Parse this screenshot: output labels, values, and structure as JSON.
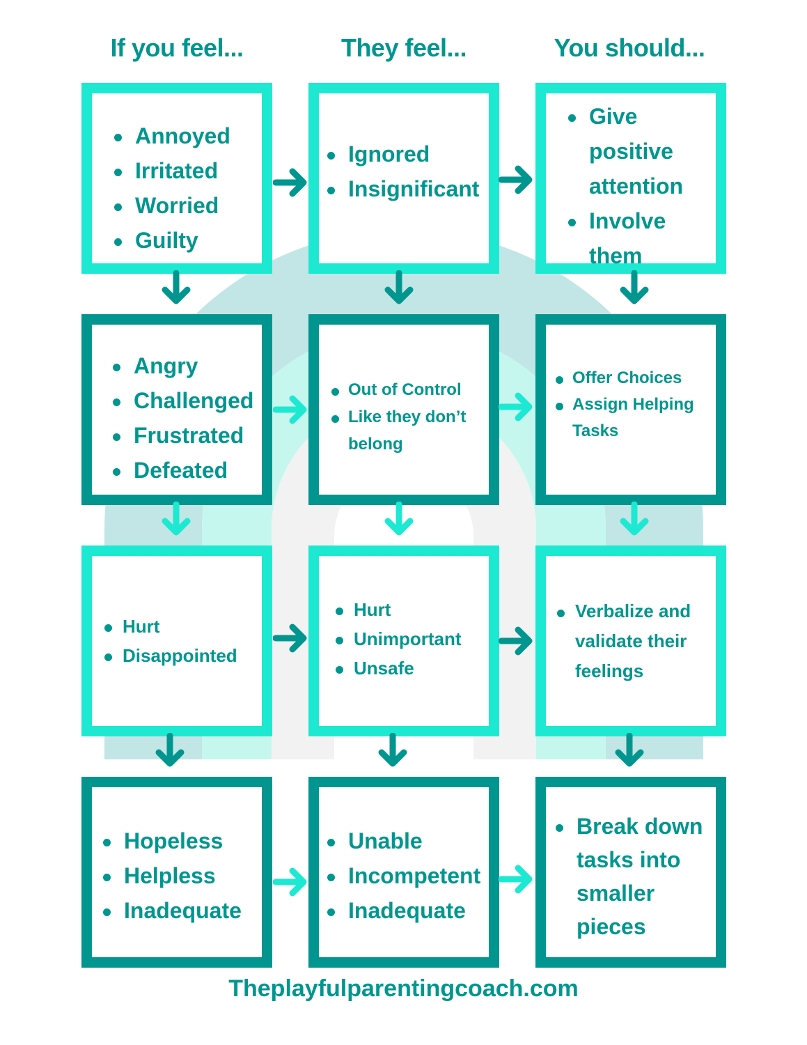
{
  "headers": [
    "If you feel...",
    "They feel...",
    "You should..."
  ],
  "rows": [
    {
      "color": "#1de9d2",
      "boxes": [
        {
          "items": [
            "Annoyed",
            "Irritated",
            "Worried",
            "Guilty"
          ]
        },
        {
          "items": [
            "Ignored",
            "Insignificant"
          ]
        },
        {
          "items": [
            "Give positive attention",
            "Involve them"
          ]
        }
      ]
    },
    {
      "color": "#00968f",
      "boxes": [
        {
          "items": [
            "Angry",
            "Challenged",
            "Frustrated",
            "Defeated"
          ]
        },
        {
          "items": [
            "Out of Control",
            "Like they don’t belong"
          ]
        },
        {
          "items": [
            "Offer Choices",
            "Assign Helping Tasks"
          ]
        }
      ]
    },
    {
      "color": "#1de9d2",
      "boxes": [
        {
          "items": [
            "Hurt",
            "Disappointed"
          ]
        },
        {
          "items": [
            "Hurt",
            "Unimportant",
            "Unsafe"
          ]
        },
        {
          "items": [
            "Verbalize and validate their feelings"
          ]
        }
      ]
    },
    {
      "color": "#00968f",
      "boxes": [
        {
          "items": [
            "Hopeless",
            "Helpless",
            "Inadequate"
          ]
        },
        {
          "items": [
            "Unable",
            "Incompetent",
            "Inadequate"
          ]
        },
        {
          "items": [
            "Break down tasks into smaller pieces"
          ]
        }
      ]
    }
  ],
  "footer": "Theplayfulparentingcoach.com",
  "colors": {
    "light": "#1de9d2",
    "dark": "#00968f",
    "text": "#00968f"
  }
}
